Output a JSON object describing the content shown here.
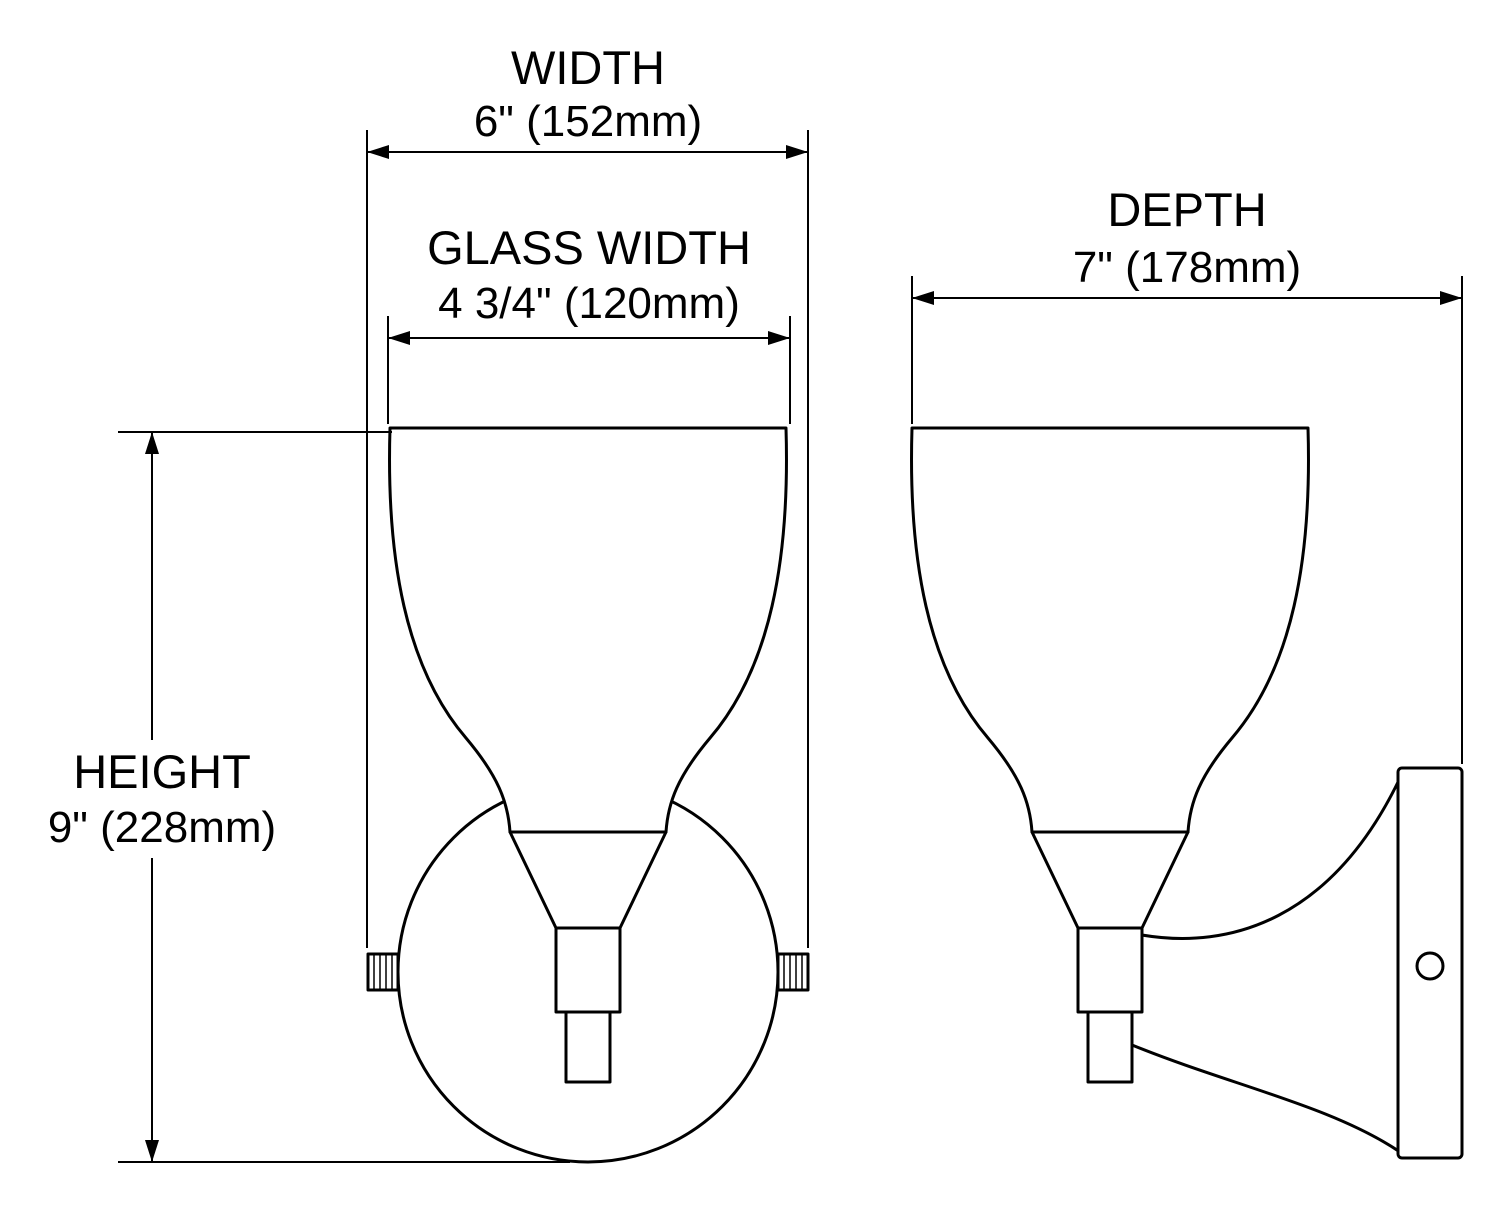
{
  "dims": {
    "width": {
      "label": "WIDTH",
      "value": "6\" (152mm)"
    },
    "glass_width": {
      "label": "GLASS WIDTH",
      "value": "4 3/4\" (120mm)"
    },
    "height": {
      "label": "HEIGHT",
      "value": "9\" (228mm)"
    },
    "depth": {
      "label": "DEPTH",
      "value": "7\" (178mm)"
    }
  },
  "colors": {
    "line": "#000000",
    "background": "#ffffff"
  }
}
